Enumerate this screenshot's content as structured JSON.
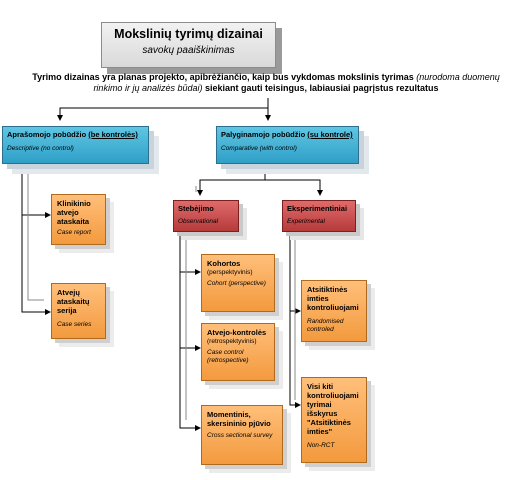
{
  "title": {
    "main": "Mokslinių tyrimų dizainai",
    "sub": "savokų paaiškinimas"
  },
  "intro": {
    "part1": "Tyrimo dizainas yra planas projekto, apibrėžiančio, kaip bus vykdomas mokslinis tyrimas ",
    "italic": "(nurodoma duomenų rinkimo ir jų analizės būdai)",
    "part2": " siekiant gauti teisingus, labiausiai pagrįstus rezultatus"
  },
  "descriptive": {
    "title_prefix": "Aprašomojo pobūdžio ",
    "title_underlined": "(be kontrolės)",
    "subtitle": "Descriptive (no control)",
    "children": [
      {
        "title": "Klinikinio atvejo ataskaita",
        "subtitle": "Case report"
      },
      {
        "title": "Atvejų ataskaitų serija",
        "subtitle": "Case series"
      }
    ]
  },
  "comparative": {
    "title_prefix": "Palyginamojo pobūdžio ",
    "title_underlined": "(su kontrole)",
    "subtitle": "Comparative (with control)"
  },
  "observational": {
    "title": "Stebėjimo",
    "subtitle": "Observational",
    "children": [
      {
        "title": "Kohortos",
        "paren": "(perspektyvinis)",
        "subtitle": "Cohort (perspective)"
      },
      {
        "title": "Atvejo-kontrolės",
        "paren": "(retrospektyvinis)",
        "subtitle": "Case control (retrospective)"
      },
      {
        "title": "Momentinis, skersininio pjūvio",
        "paren": "",
        "subtitle": "Cross sectional survey"
      }
    ]
  },
  "experimental": {
    "title": "Eksperimentiniai",
    "subtitle": "Experimental",
    "children": [
      {
        "title": "Atsitiktinės imties kontroliuojami",
        "subtitle": "Randomised controled"
      },
      {
        "title": "Visi kiti kontroliuojami tyrimai išskyrus \"Atsitiktinės imties\"",
        "subtitle": "Non-RCT"
      }
    ]
  }
}
